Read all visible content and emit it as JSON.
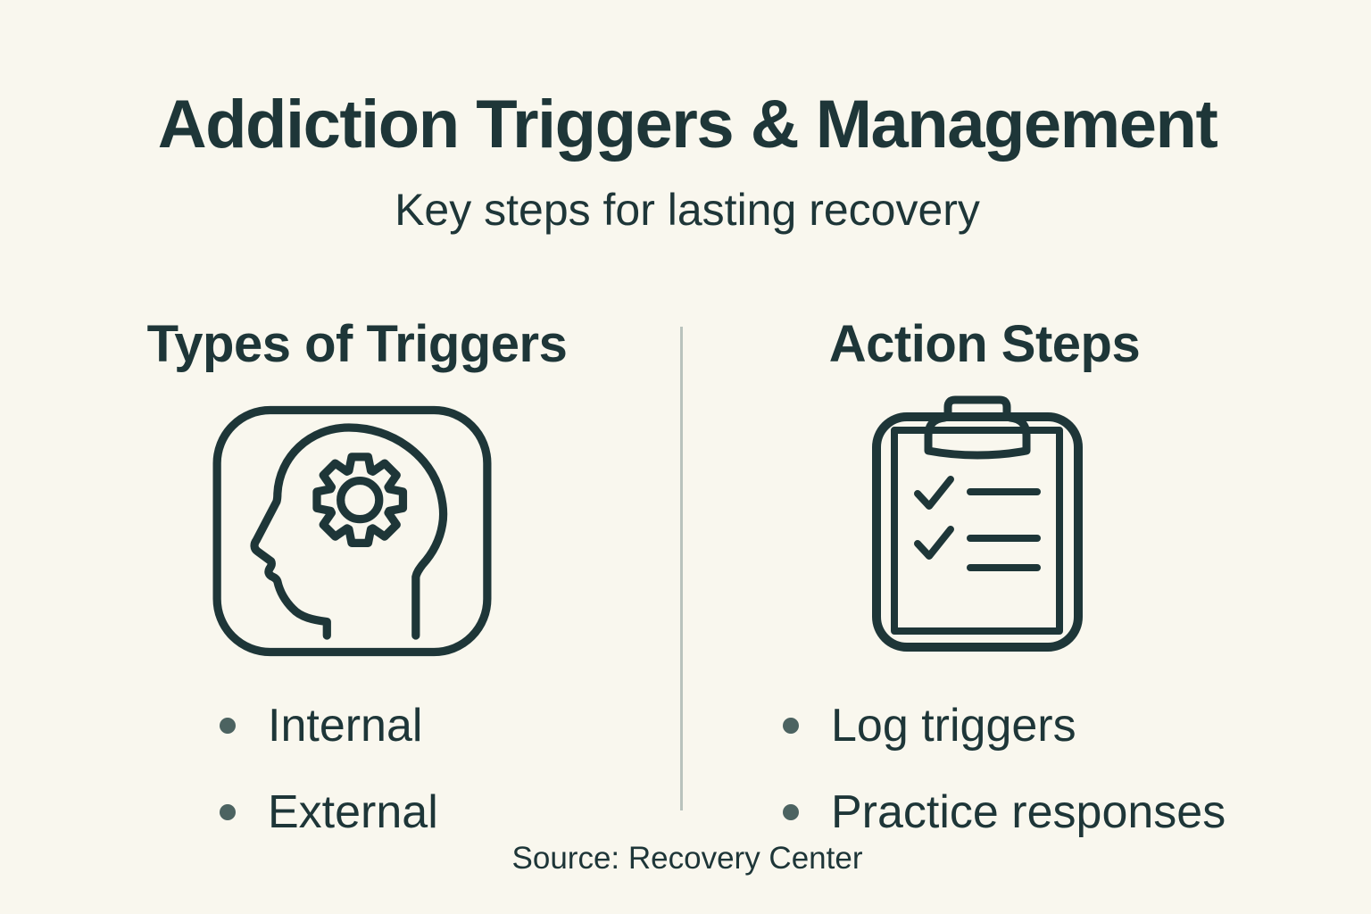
{
  "theme": {
    "background": "#f9f7ee",
    "ink": "#1e3638",
    "bullet_dot": "#4c6361",
    "divider": "#b9c3bd",
    "icon_fill": "#f7f6ec"
  },
  "header": {
    "title": "Addiction Triggers & Management",
    "subtitle": "Key steps for lasting recovery"
  },
  "left_column": {
    "heading": "Types of Triggers",
    "icon": "head-with-gear-icon",
    "bullets": [
      "Internal",
      "External"
    ]
  },
  "right_column": {
    "heading": "Action Steps",
    "icon": "clipboard-checklist-icon",
    "bullets": [
      "Log triggers",
      "Practice responses"
    ]
  },
  "footer": {
    "source_label": "Source: Recovery Center"
  }
}
